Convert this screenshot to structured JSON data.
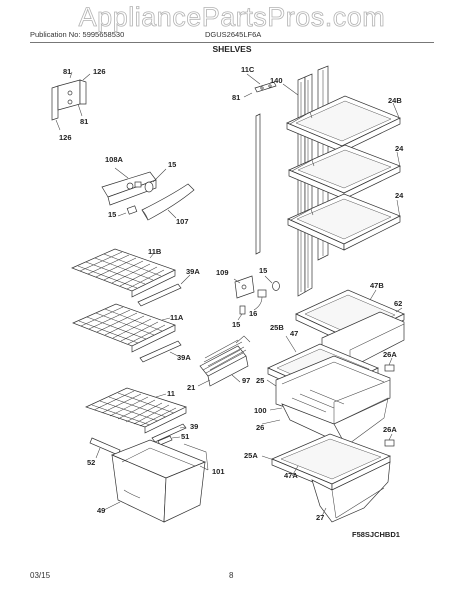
{
  "watermark": "AppliancePartsPros.com",
  "header": {
    "publication": "Publication No: 5995658530",
    "model": "DGUS2645LF6A"
  },
  "title": "SHELVES",
  "footer": {
    "date": "03/15",
    "page": "8"
  },
  "diagram_code": "F58SJCHBD1",
  "callouts": {
    "c81a": "81",
    "c126a": "126",
    "c81b": "81",
    "c126b": "126",
    "c108a": "108A",
    "c15a": "15",
    "c15b": "15",
    "c107": "107",
    "c11c": "11C",
    "c140": "140",
    "c81c": "81",
    "c24b": "24B",
    "c24a": "24",
    "c24c": "24",
    "c11b": "11B",
    "c39a1": "39A",
    "c11a": "11A",
    "c39a2": "39A",
    "c11": "11",
    "c39": "39",
    "c51": "51",
    "c52": "52",
    "c49": "49",
    "c101": "101",
    "c109": "109",
    "c15c": "15",
    "c16": "16",
    "c15d": "15",
    "c97": "97",
    "c21": "21",
    "c47b": "47B",
    "c62": "62",
    "c25b": "25B",
    "c47a": "47",
    "c25": "25",
    "c26a1": "26A",
    "c100": "100",
    "c26": "26",
    "c26a2": "26A",
    "c25a": "25A",
    "c47a2": "47A",
    "c27": "27"
  }
}
